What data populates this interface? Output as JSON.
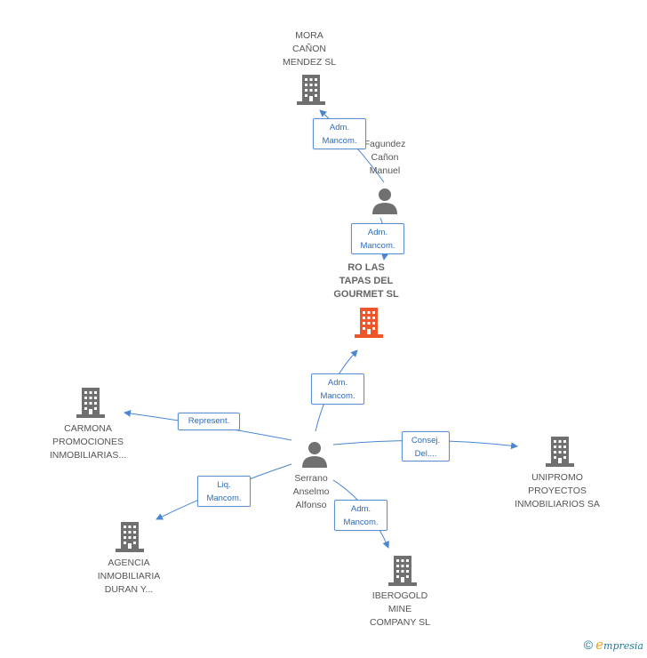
{
  "colors": {
    "edge": "#4a86d4",
    "node": "#707070",
    "main_node": "#f0552a"
  },
  "nodes": {
    "mora": {
      "label": "MORA\nCAÑON\nMENDEZ SL",
      "icon": "building-icon"
    },
    "fagundez": {
      "label": "Fagundez\nCañon\nManuel",
      "icon": "person-icon"
    },
    "ro_las_tapas": {
      "label": "RO LAS\nTAPAS DEL\nGOURMET SL",
      "icon": "building-icon"
    },
    "serrano": {
      "label": "Serrano\nAnselmo\nAlfonso",
      "icon": "person-icon"
    },
    "carmona": {
      "label": "CARMONA\nPROMOCIONES\nINMOBILIARIAS...",
      "icon": "building-icon"
    },
    "unipromo": {
      "label": "UNIPROMO\nPROYECTOS\nINMOBILIARIOS SA",
      "icon": "building-icon"
    },
    "agencia": {
      "label": "AGENCIA\nINMOBILIARIA\nDURAN Y...",
      "icon": "building-icon"
    },
    "iberogold": {
      "label": "IBEROGOLD\nMINE\nCOMPANY SL",
      "icon": "building-icon"
    }
  },
  "edges": {
    "fagundez_mora": "Adm.\nMancom.",
    "fagundez_ro": "Adm.\nMancom.",
    "serrano_ro": "Adm.\nMancom.",
    "serrano_carmona": "Represent.",
    "serrano_unipromo": "Consej.\nDel....",
    "serrano_agencia": "Liq.\nMancom.",
    "serrano_iberogold": "Adm.\nMancom."
  },
  "footer": {
    "copyright": "©",
    "brand_e": "e",
    "brand_rest": "mpresia"
  }
}
